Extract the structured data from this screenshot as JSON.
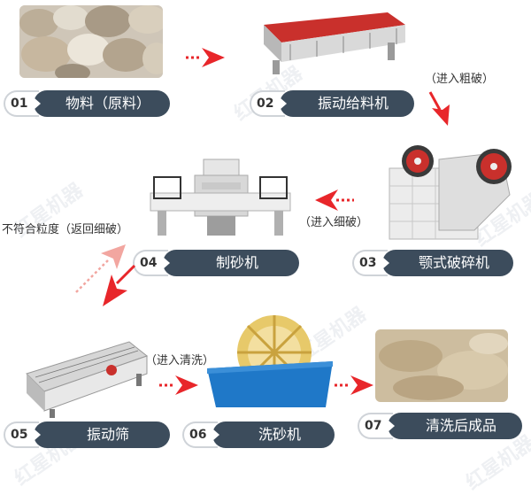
{
  "stages": [
    {
      "num": "01",
      "label": "物料（原料）"
    },
    {
      "num": "02",
      "label": "振动给料机"
    },
    {
      "num": "03",
      "label": "颚式破碎机"
    },
    {
      "num": "04",
      "label": "制砂机"
    },
    {
      "num": "05",
      "label": "振动筛"
    },
    {
      "num": "06",
      "label": "洗砂机"
    },
    {
      "num": "07",
      "label": "清洗后成品"
    }
  ],
  "notes": {
    "coarse": "（进入粗破）",
    "fine": "（进入细破）",
    "wash": "（进入清洗）",
    "return": "不符合粒度（返回细破）"
  },
  "watermark": "红星机器",
  "colors": {
    "arrow": "#e8262a",
    "pill": "#3c4c5c",
    "return_arrow": "#f2a6a0"
  }
}
